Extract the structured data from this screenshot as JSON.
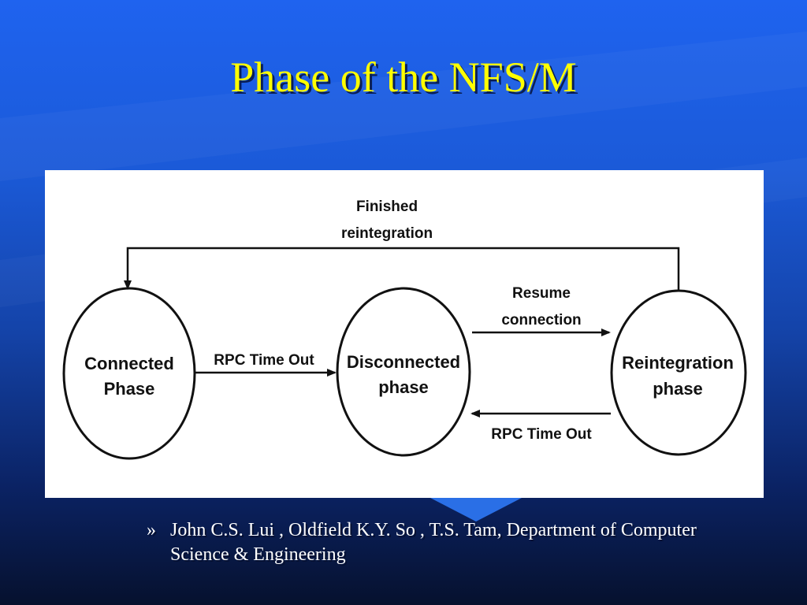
{
  "slide": {
    "title": "Phase of the NFS/M",
    "citation_bullet": "»",
    "citation": "John C.S. Lui , Oldfield K.Y. So , T.S. Tam, Department of Computer Science & Engineering"
  },
  "diagram": {
    "nodes": [
      {
        "id": "connected",
        "line1": "Connected",
        "line2": "Phase"
      },
      {
        "id": "disconnected",
        "line1": "Disconnected",
        "line2": "phase"
      },
      {
        "id": "reintegration",
        "line1": "Reintegration",
        "line2": "phase"
      }
    ],
    "edges": [
      {
        "from": "connected",
        "to": "disconnected",
        "label": "RPC Time Out"
      },
      {
        "from": "disconnected",
        "to": "reintegration",
        "label_line1": "Resume",
        "label_line2": "connection"
      },
      {
        "from": "reintegration",
        "to": "disconnected",
        "label": "RPC Time Out"
      },
      {
        "from": "reintegration",
        "to": "connected",
        "label_line1": "Finished",
        "label_line2": "reintegration"
      }
    ]
  },
  "colors": {
    "title": "#ffff00",
    "text": "#ffffff",
    "panel": "#ffffff",
    "ink": "#111111"
  }
}
